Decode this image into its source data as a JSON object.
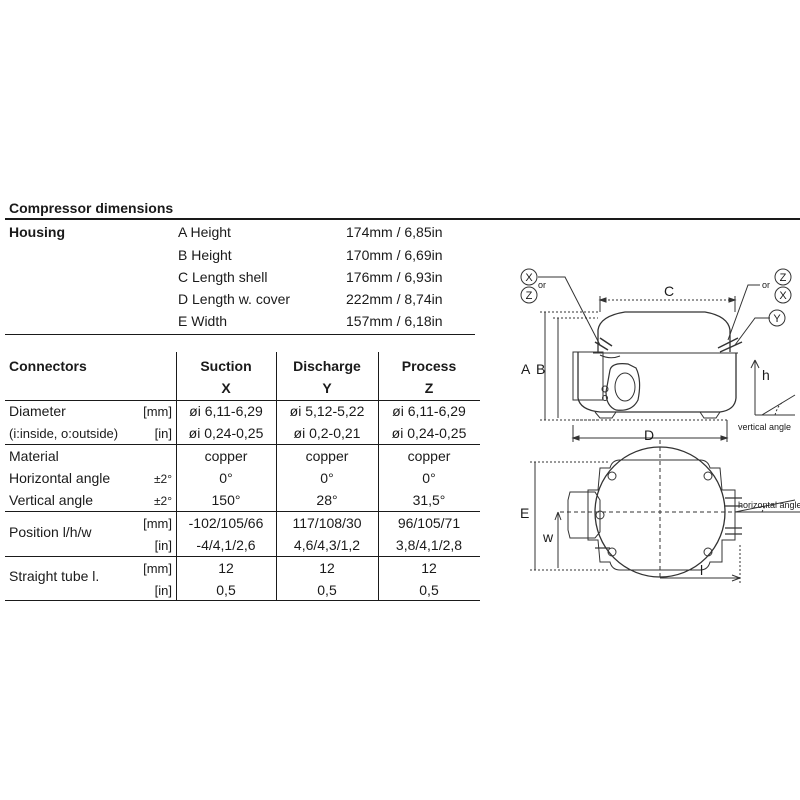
{
  "title": "Compressor dimensions",
  "housing": {
    "label": "Housing",
    "rows": [
      {
        "name": "A Height",
        "value": "174mm / 6,85in"
      },
      {
        "name": "B Height",
        "value": "170mm / 6,69in"
      },
      {
        "name": "C Length shell",
        "value": "176mm / 6,93in"
      },
      {
        "name": "D Length w. cover",
        "value": "222mm / 8,74in"
      },
      {
        "name": "E Width",
        "value": "157mm / 6,18in"
      }
    ]
  },
  "connectors": {
    "label": "Connectors",
    "columns": [
      {
        "name": "Suction",
        "code": "X"
      },
      {
        "name": "Discharge",
        "code": "Y"
      },
      {
        "name": "Process",
        "code": "Z"
      }
    ],
    "rows": {
      "diameter_mm": {
        "label": "Diameter",
        "unit": "[mm]",
        "values": [
          "øi 6,11-6,29",
          "øi 5,12-5,22",
          "øi 6,11-6,29"
        ]
      },
      "diameter_in": {
        "label": "(i:inside, o:outside)",
        "unit": "[in]",
        "values": [
          "øi 0,24-0,25",
          "øi 0,2-0,21",
          "øi 0,24-0,25"
        ]
      },
      "material": {
        "label": "Material",
        "unit": "",
        "values": [
          "copper",
          "copper",
          "copper"
        ]
      },
      "horizontal_angle": {
        "label": "Horizontal angle",
        "unit": "±2°",
        "values": [
          "0°",
          "0°",
          "0°"
        ]
      },
      "vertical_angle": {
        "label": "Vertical angle",
        "unit": "±2°",
        "values": [
          "150°",
          "28°",
          "31,5°"
        ]
      },
      "position_mm": {
        "label": "Position l/h/w",
        "unit": "[mm]",
        "values": [
          "-102/105/66",
          "117/108/30",
          "96/105/71"
        ]
      },
      "position_in": {
        "label": "",
        "unit": "[in]",
        "values": [
          "-4/4,1/2,6",
          "4,6/4,3/1,2",
          "3,8/4,1/2,8"
        ]
      },
      "tube_mm": {
        "label": "Straight tube l.",
        "unit": "[mm]",
        "values": [
          "12",
          "12",
          "12"
        ]
      },
      "tube_in": {
        "label": "",
        "unit": "[in]",
        "values": [
          "0,5",
          "0,5",
          "0,5"
        ]
      }
    }
  },
  "diagram": {
    "side_view": {
      "label_a": "A",
      "label_b": "B",
      "label_c": "C",
      "label_d": "D",
      "label_h": "h",
      "vertical_angle": "vertical angle",
      "circle_x": "X",
      "circle_z": "Z",
      "circle_y": "Y",
      "or": "or"
    },
    "top_view": {
      "label_e": "E",
      "label_w": "w",
      "label_l": "l",
      "horizontal_angle": "horizontal angle"
    }
  }
}
